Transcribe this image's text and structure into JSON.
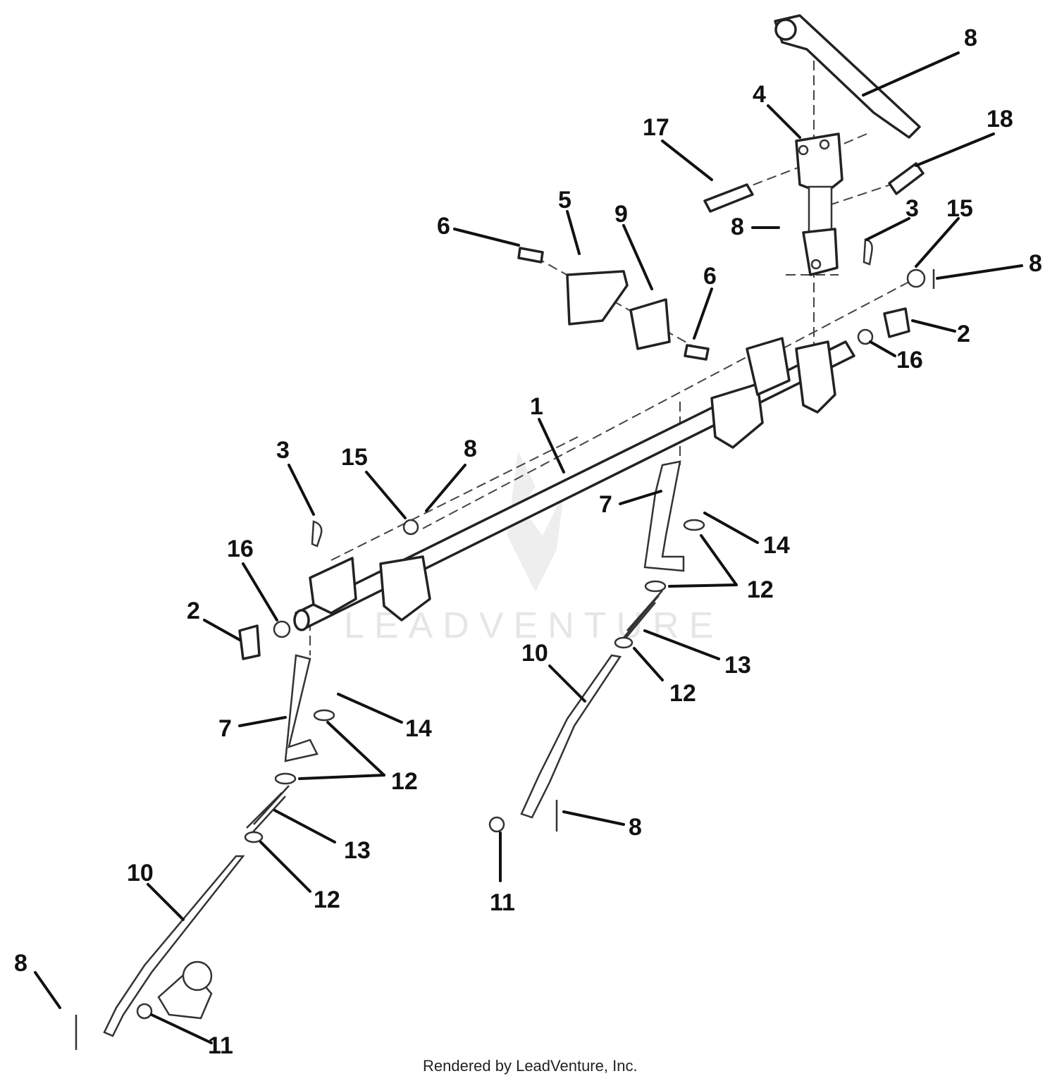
{
  "watermark": {
    "text": "LEADVENTURE"
  },
  "footer": {
    "text": "Rendered by LeadVenture, Inc."
  },
  "callouts": [
    {
      "id": "c1",
      "label": "8"
    },
    {
      "id": "c2",
      "label": "4"
    },
    {
      "id": "c3",
      "label": "17"
    },
    {
      "id": "c4",
      "label": "18"
    },
    {
      "id": "c5",
      "label": "5"
    },
    {
      "id": "c6",
      "label": "6"
    },
    {
      "id": "c7",
      "label": "9"
    },
    {
      "id": "c8",
      "label": "8"
    },
    {
      "id": "c9",
      "label": "3"
    },
    {
      "id": "c10",
      "label": "15"
    },
    {
      "id": "c11",
      "label": "8"
    },
    {
      "id": "c12",
      "label": "6"
    },
    {
      "id": "c13",
      "label": "2"
    },
    {
      "id": "c14",
      "label": "16"
    },
    {
      "id": "c15",
      "label": "1"
    },
    {
      "id": "c16",
      "label": "3"
    },
    {
      "id": "c17",
      "label": "15"
    },
    {
      "id": "c18",
      "label": "8"
    },
    {
      "id": "c19",
      "label": "7"
    },
    {
      "id": "c20",
      "label": "14"
    },
    {
      "id": "c21",
      "label": "16"
    },
    {
      "id": "c22",
      "label": "12"
    },
    {
      "id": "c23",
      "label": "2"
    },
    {
      "id": "c24",
      "label": "13"
    },
    {
      "id": "c25",
      "label": "10"
    },
    {
      "id": "c26",
      "label": "12"
    },
    {
      "id": "c27",
      "label": "7"
    },
    {
      "id": "c28",
      "label": "14"
    },
    {
      "id": "c29",
      "label": "12"
    },
    {
      "id": "c30",
      "label": "8"
    },
    {
      "id": "c31",
      "label": "13"
    },
    {
      "id": "c32",
      "label": "11"
    },
    {
      "id": "c33",
      "label": "10"
    },
    {
      "id": "c34",
      "label": "12"
    },
    {
      "id": "c35",
      "label": "8"
    },
    {
      "id": "c36",
      "label": "11"
    }
  ]
}
